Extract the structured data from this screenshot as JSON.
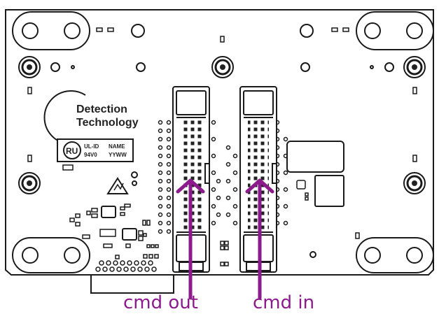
{
  "logo": {
    "line1": "Detection",
    "line2": "Technology"
  },
  "marking": {
    "ul_id": "UL-ID",
    "name": "NAME",
    "rating": "94V0",
    "date_code": "YYWW"
  },
  "callouts": [
    {
      "label": "cmd out"
    },
    {
      "label": "cmd in"
    }
  ],
  "colors": {
    "board_fill": "#ffffff",
    "outline": "#1a1a1a",
    "accent": "#8c1a8c"
  }
}
